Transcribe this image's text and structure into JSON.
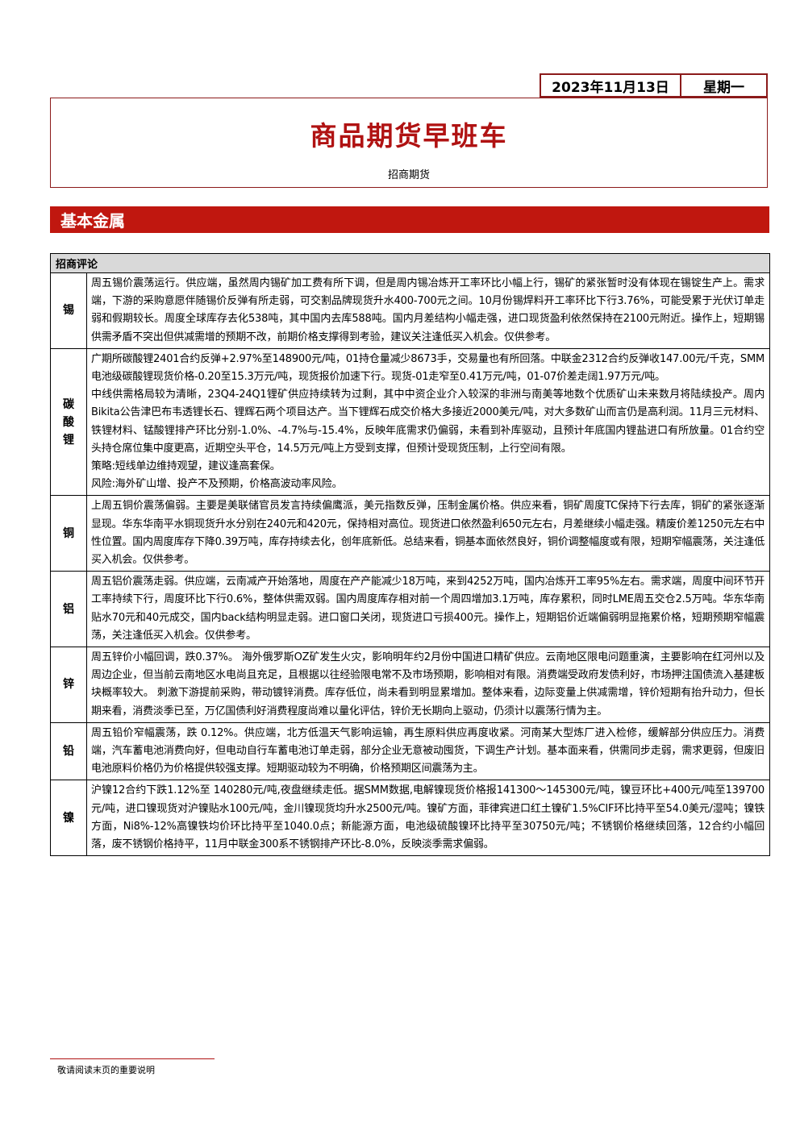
{
  "header": {
    "date": "2023年11月13日",
    "weekday": "星期一",
    "title": "商品期货早班车",
    "publisher": "招商期货"
  },
  "section": {
    "title": "基本金属"
  },
  "table": {
    "header": "招商评论",
    "rows": [
      {
        "metal": "锡",
        "paragraphs": [
          "周五锡价震荡运行。供应端，虽然周内锡矿加工费有所下调，但是周内锡冶炼开工率环比小幅上行，锡矿的紧张暂时没有体现在锡锭生产上。需求端，下游的采购意愿伴随锡价反弹有所走弱，可交割品牌现货升水400-700元之间。10月份锡焊料开工率环比下行3.76%，可能受累于光伏订单走弱和假期较长。周度全球库存去化538吨，其中国内去库588吨。国内月差结构小幅走强，进口现货盈利依然保持在2100元附近。操作上，短期锡供需矛盾不突出但供减需增的预期不改，前期价格支撑得到考验，建议关注逢低买入机会。仅供参考。"
        ]
      },
      {
        "metal": "碳酸锂",
        "paragraphs": [
          "广期所碳酸锂2401合约反弹+2.97%至148900元/吨，01持仓量减少8673手，交易量也有所回落。中联金2312合约反弹收147.00元/千克，SMM电池级碳酸锂现货价格-0.20至15.3万元/吨，现货报价加速下行。现货-01走窄至0.41万元/吨，01-07价差走阔1.97万元/吨。",
          "中线供需格局较为清晰，23Q4-24Q1锂矿供应持续转为过剩，其中中资企业介入较深的非洲与南美等地数个优质矿山未来数月将陆续投产。周内Bikita公告津巴布韦透锂长石、锂辉石两个项目达产。当下锂辉石成交价格大多接近2000美元/吨，对大多数矿山而言仍是高利润。11月三元材料、铁锂材料、锰酸锂排产环比分别-1.0%、-4.7%与-15.4%，反映年底需求仍偏弱，未看到补库驱动，且预计年底国内锂盐进口有所放量。01合约空头持仓席位集中度更高，近期空头平仓，14.5万元/吨上方受到支撑，但预计受现货压制，上行空间有限。",
          "策略:短线单边维持观望，建议逢高套保。",
          "风险:海外矿山增、投产不及预期，价格高波动率风险。"
        ]
      },
      {
        "metal": "铜",
        "paragraphs": [
          "上周五铜价震荡偏弱。主要是美联储官员发言持续偏鹰派，美元指数反弹，压制金属价格。供应来看，铜矿周度TC保持下行去库，铜矿的紧张逐渐显现。华东华南平水铜现货升水分别在240元和420元，保持相对高位。现货进口依然盈利650元左右，月差继续小幅走强。精废价差1250元左右中性位置。国内周度库存下降0.39万吨，库存持续去化，创年底新低。总结来看，铜基本面依然良好，铜价调整幅度或有限，短期窄幅震荡，关注逢低买入机会。仅供参考。"
        ]
      },
      {
        "metal": "铝",
        "paragraphs": [
          "周五铝价震荡走弱。供应端，云南减产开始落地，周度在产产能减少18万吨，来到4252万吨，国内冶炼开工率95%左右。需求端，周度中间环节开工率持续下行，周度环比下行0.6%，整体供需双弱。国内周度库存相对前一个周四增加3.1万吨，库存累积，同时LME周五交仓2.5万吨。华东华南贴水70元和40元成交，国内back结构明显走弱。进口窗口关闭，现货进口亏损400元。操作上，短期铝价近端偏弱明显拖累价格，短期预期窄幅震荡，关注逢低买入机会。仅供参考。"
        ]
      },
      {
        "metal": "锌",
        "paragraphs": [
          "周五锌价小幅回调，跌0.37%。 海外俄罗斯OZ矿发生火灾，影响明年约2月份中国进口精矿供应。云南地区限电问题重演，主要影响在红河州以及周边企业，但当前云南地区水电尚且充足，且根据以往经验限电常不及市场预期，影响相对有限。消费端受政府发债利好，市场押注国债流入基建板块概率较大。 刺激下游提前采购，带动镀锌消费。库存低位，尚未看到明显累增加。整体来看，边际变量上供减需增，锌价短期有抬升动力，但长期来看，消费淡季已至，万亿国债利好消费程度尚难以量化评估，锌价无长期向上驱动，仍须计以震荡行情为主。"
        ]
      },
      {
        "metal": "铅",
        "paragraphs": [
          "周五铅价窄幅震荡，跌 0.12%。供应端，北方低温天气影响运输，再生原料供应再度收紧。河南某大型炼厂进入检修，缓解部分供应压力。消费端，汽车蓄电池消费向好，但电动自行车蓄电池订单走弱，部分企业无意被动囤货，下调生产计划。基本面来看，供需同步走弱，需求更弱，但废旧电池原料价格仍为价格提供较强支撑。短期驱动较为不明确，价格预期区间震荡为主。"
        ]
      },
      {
        "metal": "镍",
        "paragraphs": [
          "沪镍12合约下跌1.12%至 140280元/吨,夜盘继续走低。据SMM数据,电解镍现货价格报141300～145300元/吨，镍豆环比+400元/吨至139700元/吨，进口镍现货对沪镍贴水100元/吨，金川镍现货均升水2500元/吨。镍矿方面，菲律宾进口红土镍矿1.5%CIF环比持平至54.0美元/湿吨；镍铁方面，Ni8%-12%高镍铁均价环比持平至1040.0点；新能源方面，电池级硫酸镍环比持平至30750元/吨；不锈钢价格继续回落，12合约小幅回落，废不锈钢价格持平，11月中联金300系不锈钢排产环比-8.0%，反映淡季需求偏弱。"
        ]
      }
    ]
  },
  "footer": {
    "note": "敬请阅读末页的重要说明"
  }
}
